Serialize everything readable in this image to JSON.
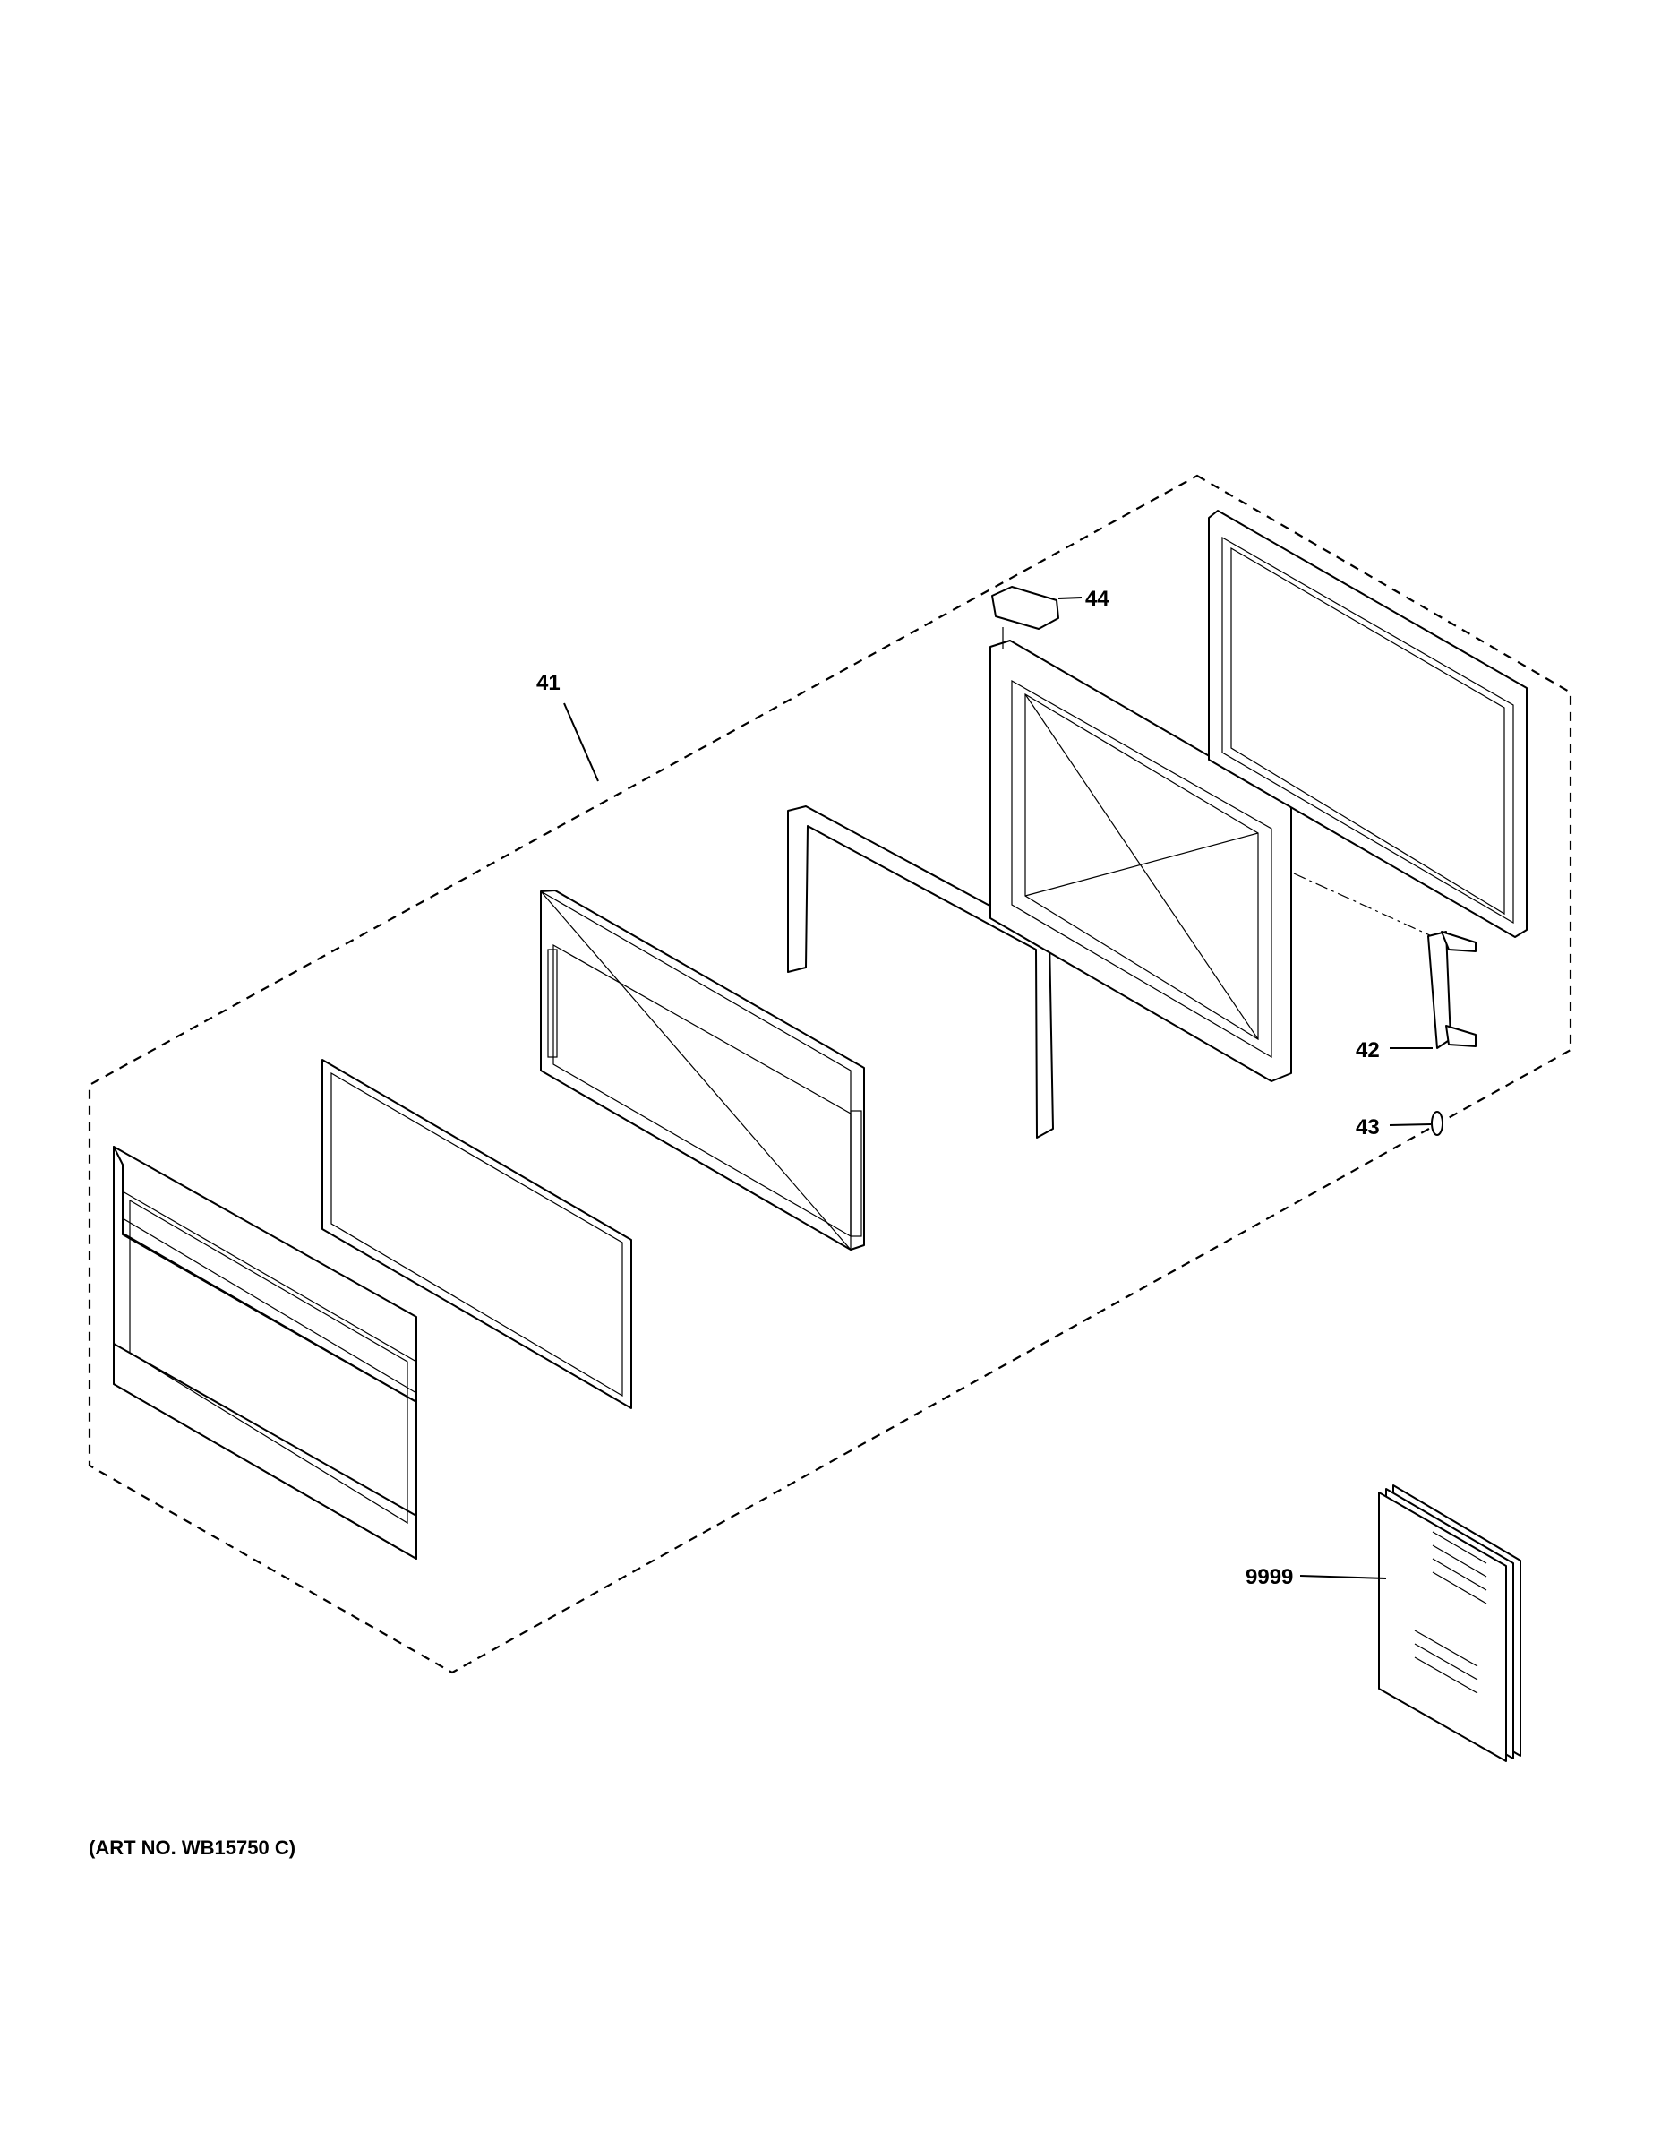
{
  "diagram": {
    "callouts": {
      "p41": "41",
      "p42": "42",
      "p43": "43",
      "p44": "44",
      "p9999": "9999"
    },
    "art_number": "(ART NO. WB15750 C)"
  }
}
